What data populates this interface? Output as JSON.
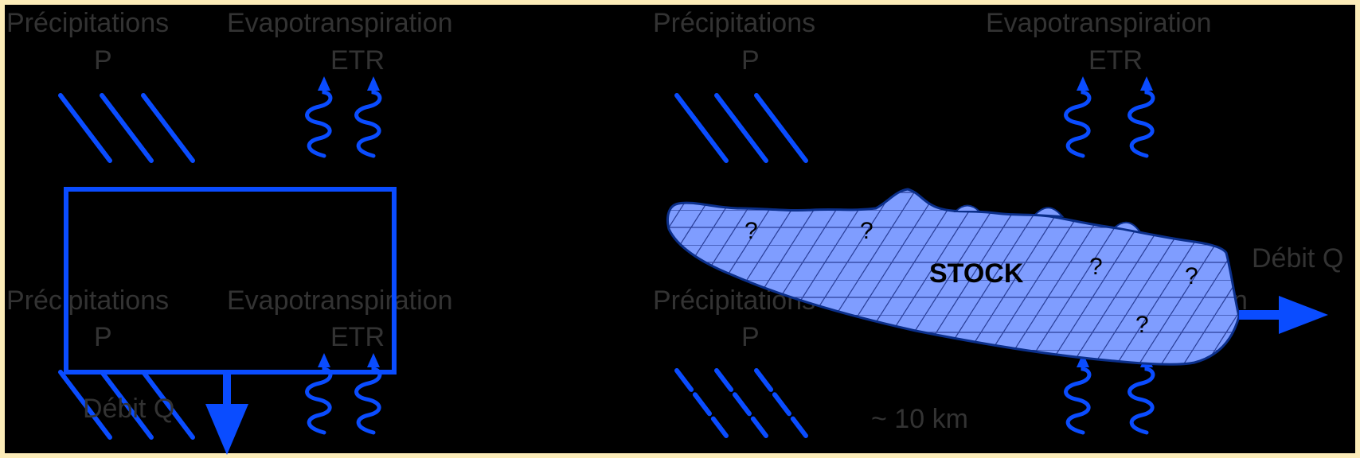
{
  "colors": {
    "background_frame": "#fcecb8",
    "panel": "#000000",
    "arrow_blue": "#0a4cff",
    "stock_fill": "#7f9dff",
    "label_gray": "#333333"
  },
  "left_panel": {
    "precip_label": "Précipitations",
    "precip_symbol": "P",
    "evap_label": "Evapotranspiration",
    "evap_symbol": "ETR",
    "precip_label_ghost": "Précipitations",
    "precip_symbol_ghost": "P",
    "evap_label_ghost": "Evapotranspiration",
    "evap_symbol_ghost": "ETR",
    "outflow_label": "Débit Q"
  },
  "right_panel": {
    "precip_label": "Précipitations",
    "precip_symbol": "P",
    "evap_label": "Evapotranspiration",
    "evap_symbol": "ETR",
    "precip_label_ghost": "Précipitations",
    "precip_symbol_ghost": "P",
    "evap_label_ghost_tail": "n",
    "stock_label": "STOCK",
    "unknown_marks": [
      "?",
      "?",
      "?",
      "?",
      "?"
    ],
    "outflow_label": "Débit Q",
    "scale_label": "~ 10 km"
  }
}
